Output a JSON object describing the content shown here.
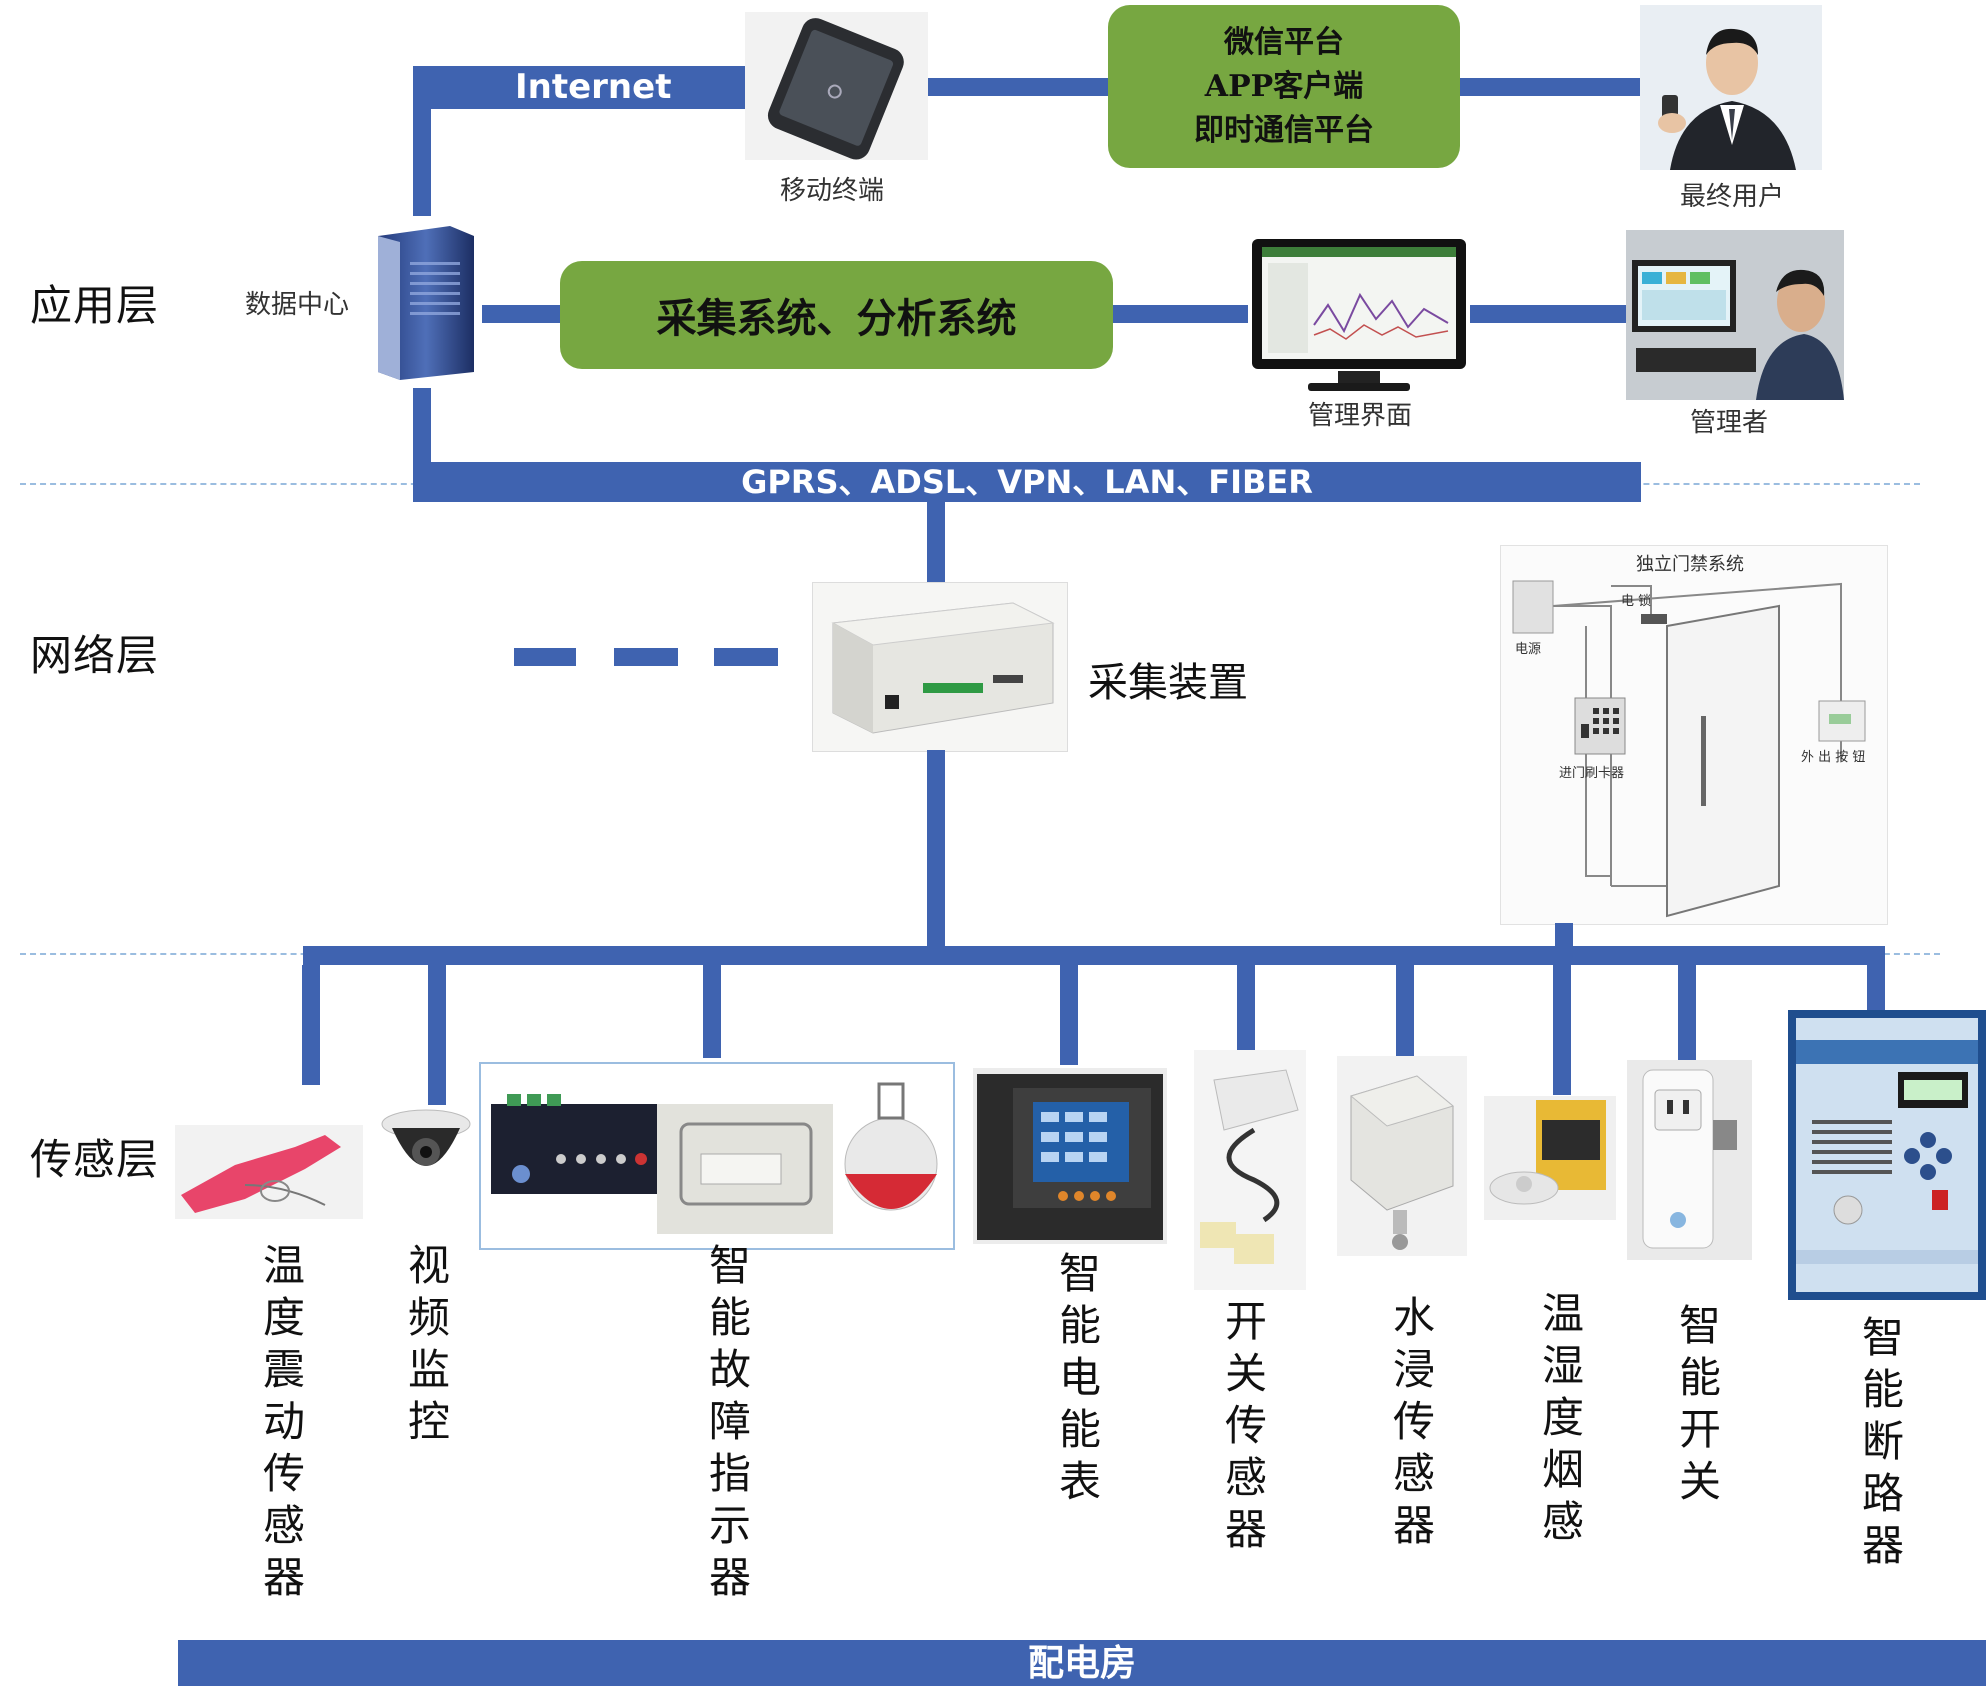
{
  "layers": {
    "application": "应用层",
    "network": "网络层",
    "sensing": "传感层"
  },
  "internet_label": "Internet",
  "mobile_caption": "移动终端",
  "platform_lines": [
    "微信平台",
    "APP客户端",
    "即时通信平台"
  ],
  "enduser_caption": "最终用户",
  "datacenter_caption": "数据中心",
  "acquisition_system": "采集系统、分析系统",
  "mgmt_ui_caption": "管理界面",
  "manager_caption": "管理者",
  "network_bus_label": "GPRS、ADSL、VPN、LAN、FIBER",
  "collector_caption": "采集装置",
  "access_control": {
    "title": "独立门禁系统",
    "power": "电源",
    "lock": "电 锁",
    "card_reader": "进门刷卡器",
    "exit_button": "外 出 按 钮"
  },
  "sensors": [
    {
      "label": "温度震动传感器"
    },
    {
      "label": "视频监控"
    },
    {
      "label": "智能故障指示器"
    },
    {
      "label": "智能电能表"
    },
    {
      "label": "开关传感器"
    },
    {
      "label": "水浸传感器"
    },
    {
      "label": "温湿度烟感"
    },
    {
      "label": "智能开关"
    },
    {
      "label": "智能断路器"
    }
  ],
  "footer": "配电房",
  "colors": {
    "bus": "#3f63b0",
    "green": "#77a741",
    "dash": "#9bbde0"
  }
}
